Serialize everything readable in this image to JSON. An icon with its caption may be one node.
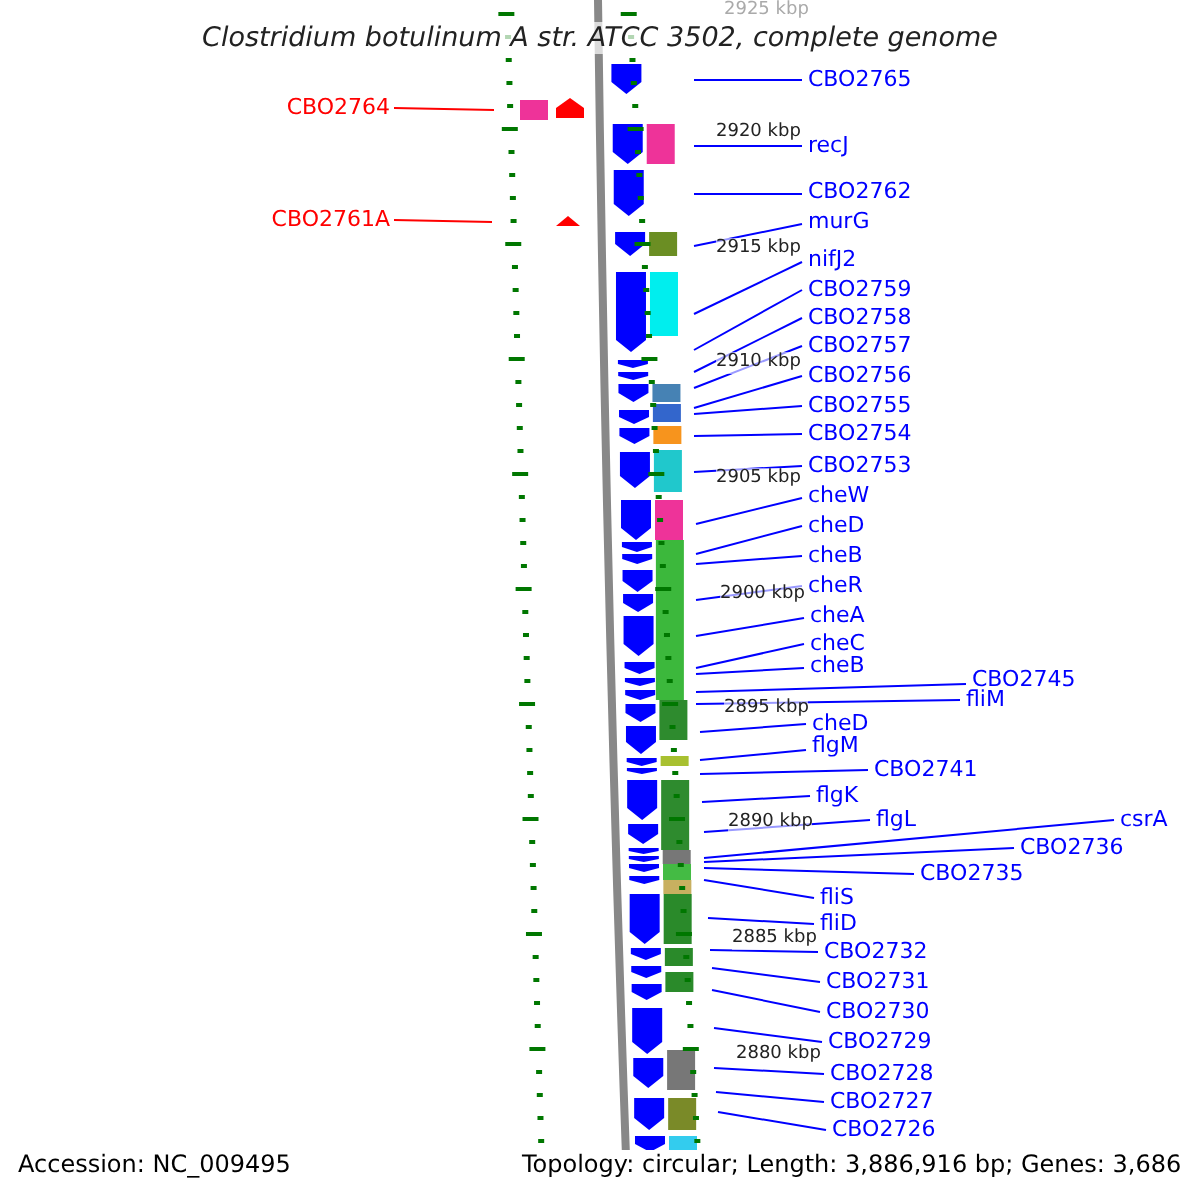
{
  "diagram": {
    "title": "Clostridium botulinum A str. ATCC 3502, complete genome",
    "nodes": [
      {
        "text": [
          "CBO2765"
        ]
      },
      {
        "text": [
          "CBO2764"
        ]
      },
      {
        "text": [
          "recJ"
        ]
      },
      {
        "text": [
          "CBO2762"
        ]
      },
      {
        "text": [
          "CBO2761A"
        ]
      },
      {
        "text": [
          "murG"
        ]
      },
      {
        "text": [
          "nifJ2"
        ]
      },
      {
        "text": [
          "CBO2759"
        ]
      },
      {
        "text": [
          "CBO2758"
        ]
      },
      {
        "text": [
          "CBO2757"
        ]
      },
      {
        "text": [
          "CBO2756"
        ]
      },
      {
        "text": [
          "CBO2755"
        ]
      },
      {
        "text": [
          "CBO2754"
        ]
      },
      {
        "text": [
          "CBO2753"
        ]
      },
      {
        "text": [
          "cheW"
        ]
      },
      {
        "text": [
          "cheD"
        ]
      },
      {
        "text": [
          "cheB"
        ]
      },
      {
        "text": [
          "cheR"
        ]
      },
      {
        "text": [
          "cheA"
        ]
      },
      {
        "text": [
          "cheC"
        ]
      },
      {
        "text": [
          "cheB"
        ]
      },
      {
        "text": [
          "CBO2745"
        ]
      },
      {
        "text": [
          "fliM"
        ]
      },
      {
        "text": [
          "cheD"
        ]
      },
      {
        "text": [
          "flgM"
        ]
      },
      {
        "text": [
          "CBO2741"
        ]
      },
      {
        "text": [
          "flgK"
        ]
      },
      {
        "text": [
          "flgL"
        ]
      },
      {
        "text": [
          "csrA"
        ]
      },
      {
        "text": [
          "CBO2736"
        ]
      },
      {
        "text": [
          "CBO2735"
        ]
      },
      {
        "text": [
          "fliS"
        ]
      },
      {
        "text": [
          "fliD"
        ]
      },
      {
        "text": [
          "CBO2732"
        ]
      },
      {
        "text": [
          "CBO2731"
        ]
      },
      {
        "text": [
          "CBO2730"
        ]
      },
      {
        "text": [
          "CBO2729"
        ]
      },
      {
        "text": [
          "CBO2728"
        ]
      },
      {
        "text": [
          "CBO2727"
        ]
      },
      {
        "text": [
          "CBO2726"
        ]
      }
    ],
    "edges": [
      {
        "from": 0,
        "to": null,
        "arrow": "none"
      },
      {
        "from": 1,
        "to": null,
        "arrow": "none",
        "color": "#ff0000"
      },
      {
        "from": 2,
        "to": null,
        "arrow": "none"
      },
      {
        "from": 3,
        "to": null,
        "arrow": "none"
      },
      {
        "from": 4,
        "to": null,
        "arrow": "none",
        "color": "#ff0000"
      },
      {
        "from": 5,
        "to": null,
        "arrow": "none"
      },
      {
        "from": 6,
        "to": null,
        "arrow": "none"
      },
      {
        "from": 7,
        "to": null,
        "arrow": "none"
      },
      {
        "from": 8,
        "to": null,
        "arrow": "none"
      },
      {
        "from": 9,
        "to": null,
        "arrow": "none"
      },
      {
        "from": 10,
        "to": null,
        "arrow": "none"
      },
      {
        "from": 11,
        "to": null,
        "arrow": "none"
      },
      {
        "from": 12,
        "to": null,
        "arrow": "none"
      },
      {
        "from": 13,
        "to": null,
        "arrow": "none"
      },
      {
        "from": 14,
        "to": null,
        "arrow": "none"
      },
      {
        "from": 15,
        "to": null,
        "arrow": "none"
      },
      {
        "from": 16,
        "to": null,
        "arrow": "none"
      },
      {
        "from": 17,
        "to": null,
        "arrow": "none"
      },
      {
        "from": 18,
        "to": null,
        "arrow": "none"
      },
      {
        "from": 19,
        "to": null,
        "arrow": "none"
      },
      {
        "from": 20,
        "to": null,
        "arrow": "none"
      },
      {
        "from": 21,
        "to": null,
        "arrow": "none"
      },
      {
        "from": 22,
        "to": null,
        "arrow": "none"
      },
      {
        "from": 23,
        "to": null,
        "arrow": "none"
      },
      {
        "from": 24,
        "to": null,
        "arrow": "none"
      },
      {
        "from": 25,
        "to": null,
        "arrow": "none"
      },
      {
        "from": 26,
        "to": null,
        "arrow": "none"
      },
      {
        "from": 27,
        "to": null,
        "arrow": "none"
      },
      {
        "from": 28,
        "to": null,
        "arrow": "none"
      },
      {
        "from": 29,
        "to": null,
        "arrow": "none"
      },
      {
        "from": 30,
        "to": null,
        "arrow": "none"
      },
      {
        "from": 31,
        "to": null,
        "arrow": "none"
      },
      {
        "from": 32,
        "to": null,
        "arrow": "none"
      },
      {
        "from": 33,
        "to": null,
        "arrow": "none"
      },
      {
        "from": 34,
        "to": null,
        "arrow": "none"
      },
      {
        "from": 35,
        "to": null,
        "arrow": "none"
      },
      {
        "from": 36,
        "to": null,
        "arrow": "none"
      },
      {
        "from": 37,
        "to": null,
        "arrow": "none"
      },
      {
        "from": 38,
        "to": null,
        "arrow": "none"
      },
      {
        "from": 39,
        "to": null,
        "arrow": "none"
      }
    ],
    "labels": [
      "2925 kbp",
      "2920 kbp",
      "2915 kbp",
      "2910 kbp",
      "2905 kbp",
      "2900 kbp",
      "2895 kbp",
      "2890 kbp",
      "2885 kbp",
      "2880 kbp",
      "Accession: NC_009495",
      "Topology: circular; Length: 3,886,916 bp; Genes: 3,686"
    ]
  }
}
